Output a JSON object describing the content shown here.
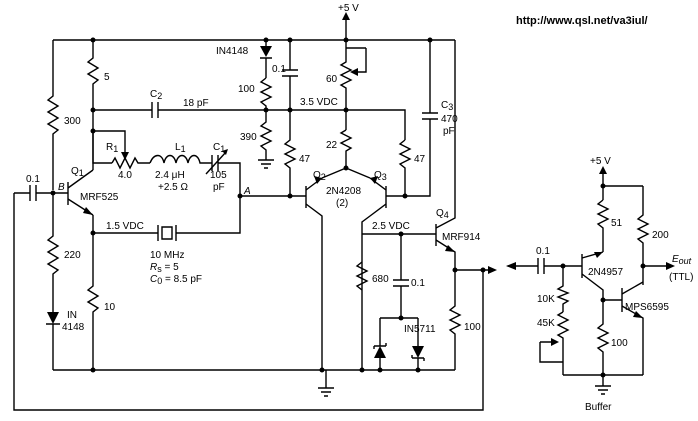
{
  "url": "http://www.qsl.net/va3iul/",
  "supply": "+5 V",
  "supply_buffer": "+5 V",
  "buffer_caption": "Buffer",
  "labels": {
    "r300": "300",
    "r5": "5",
    "r220": "220",
    "r10": "10",
    "cin": "0.1",
    "node_b": "B",
    "node_a": "A",
    "q1": "Q",
    "q1_sub": "1",
    "q1_type": "MRF525",
    "diode_in4148_bottom_1": "IN",
    "diode_in4148_bottom_2": "4148",
    "c2": "C",
    "c2_sub": "2",
    "c2_val": "18 pF",
    "r1": "R",
    "r1_sub": "1",
    "r1_val": "4.0",
    "l1": "L",
    "l1_sub": "1",
    "l1_val1": "2.4 μH",
    "l1_val2": "+2.5 Ω",
    "c1": "C",
    "c1_sub": "1",
    "c1_val1": "105",
    "c1_val2": "pF",
    "v15": "1.5 VDC",
    "xtal1": "10 MHz",
    "xtal2": "R",
    "xtal2_sub": "s",
    "xtal2_val": " = 5",
    "xtal3": "C",
    "xtal3_sub": "0",
    "xtal3_val": " = 8.5 pF",
    "diode_top": "IN4148",
    "r100a": "100",
    "r390": "390",
    "c01top": "0.1",
    "r60": "60",
    "v35": "3.5 VDC",
    "r22": "22",
    "r47a": "47",
    "r47b": "47",
    "c3": "C",
    "c3_sub": "3",
    "c3_val1": "470",
    "c3_val2": "pF",
    "q2": "Q",
    "q2_sub": "2",
    "q3": "Q",
    "q3_sub": "3",
    "q23_type": "2N4208",
    "q23_count": "(2)",
    "q4": "Q",
    "q4_sub": "4",
    "q4_type": "MRF914",
    "v25": "2.5 VDC",
    "r680": "680",
    "c01mid": "0.1",
    "in5711": "IN5711",
    "r100b": "100",
    "buf_cin": "0.1",
    "buf_q1": "2N4957",
    "buf_r51": "51",
    "buf_r200": "200",
    "buf_r10k": "10K",
    "buf_r45k": "45K",
    "buf_q2": "MPS6595",
    "buf_r100": "100",
    "eout": "E",
    "eout_sub": "out",
    "eout_ttl": "(TTL)"
  }
}
